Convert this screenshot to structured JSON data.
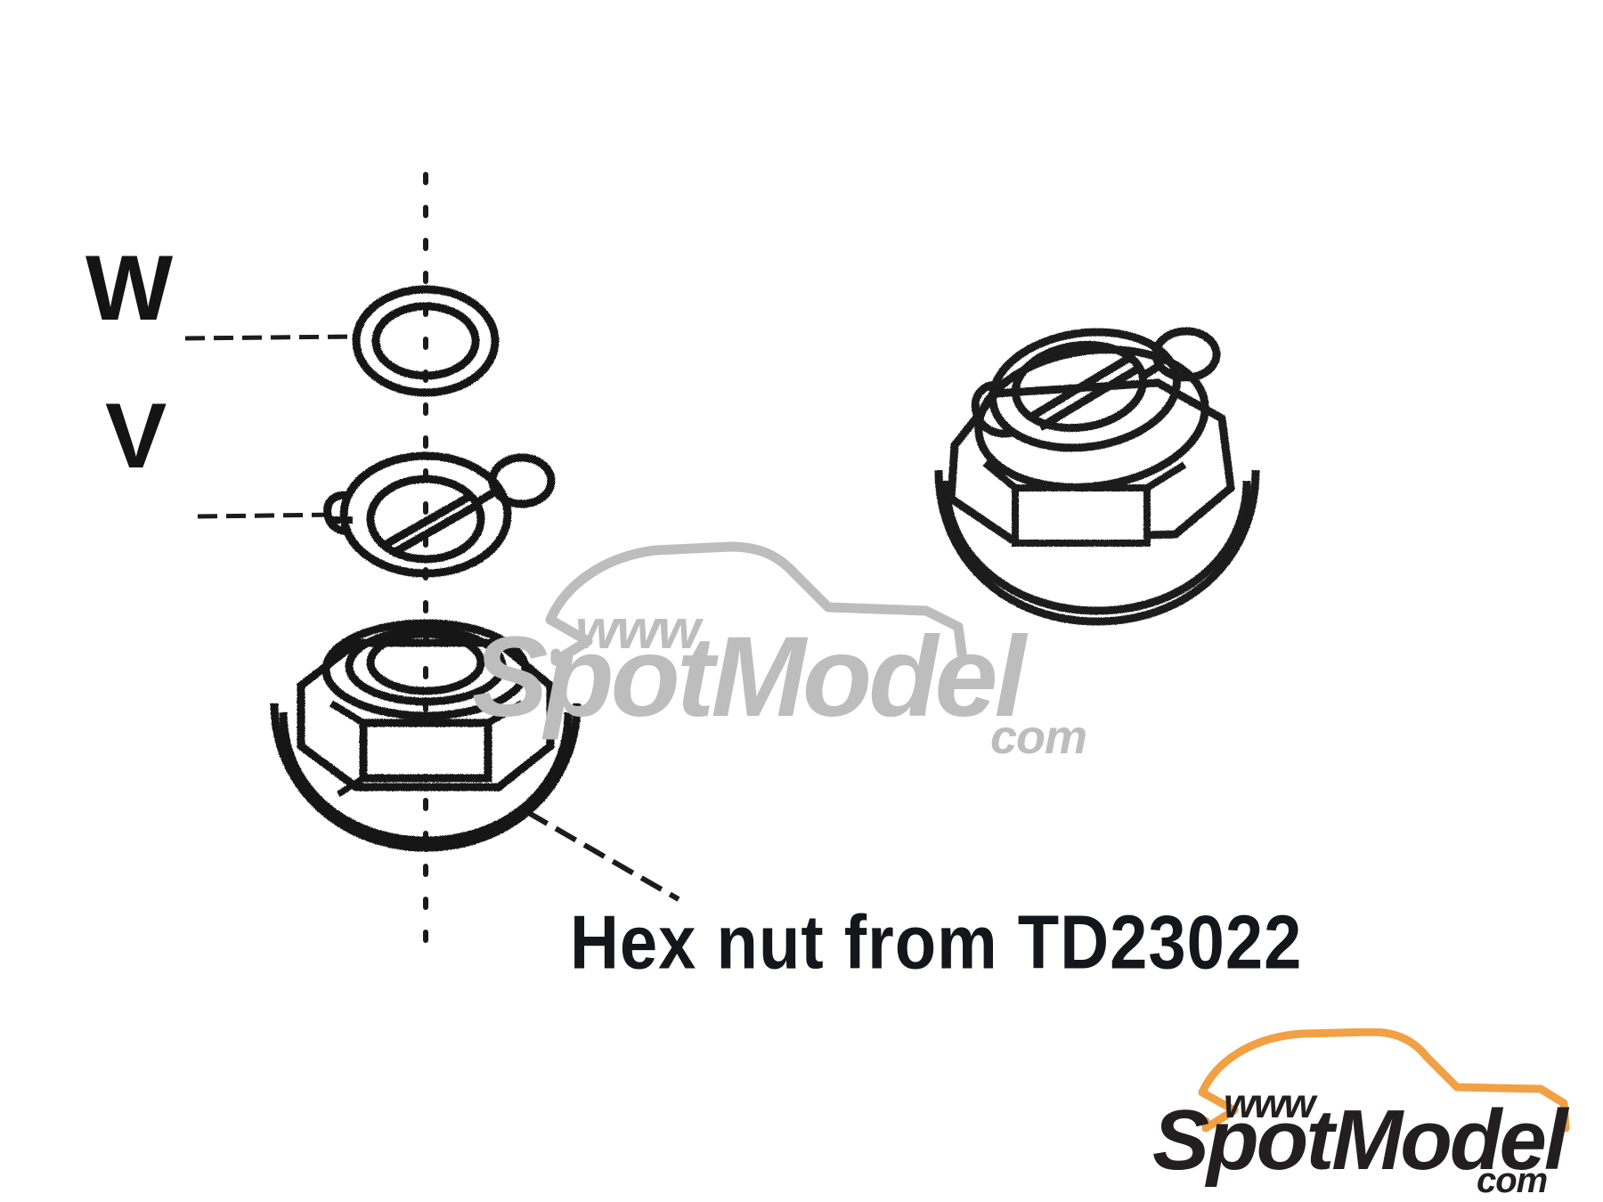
{
  "document": {
    "type": "assembly-instruction-diagram",
    "background_color": "#ffffff",
    "ink_color": "#141414"
  },
  "labels": {
    "washer": "W",
    "lock_washer": "V"
  },
  "callout": {
    "text": "Hex nut from TD23022"
  },
  "parts": [
    {
      "id": "W",
      "name": "washer",
      "description": "flat ring washer"
    },
    {
      "id": "V",
      "name": "lock-washer",
      "description": "tab lock washer with side lugs"
    },
    {
      "id": "hex-nut",
      "name": "hex-nut",
      "description": "flanged hex nut from TD23022"
    },
    {
      "id": "assembly",
      "name": "assembled-nut",
      "description": "assembled hex nut with lock washer, 3/4 view"
    }
  ],
  "watermark": {
    "www": "www",
    "name": "SpotModel",
    "tld": "com",
    "color": "#b9b9b9"
  },
  "logo": {
    "www": "www",
    "name": "SpotModel",
    "tld": "com",
    "text_color": "#231f20",
    "accent_color": "#f2a044"
  }
}
